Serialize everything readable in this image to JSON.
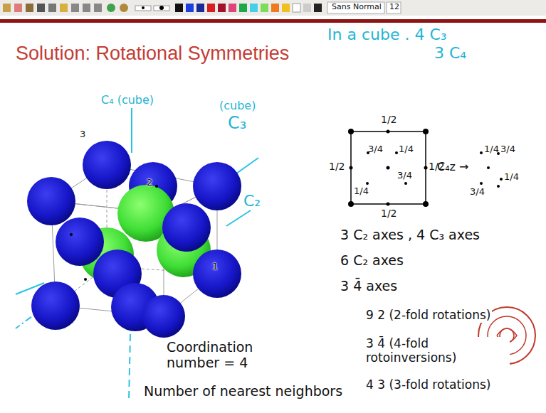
{
  "diagram": {
    "title": "Solution: Rotational Symmetries",
    "labels": [
      "Sans Normal",
      "12",
      "In a cube . 4 C₃",
      "3 C₄",
      "C₄ (cube)",
      "(cube)",
      "C₃",
      "C₂",
      "3",
      "2",
      "1",
      "1/2",
      "1/2",
      "3/4",
      "1/4",
      "1/2",
      "1/4",
      "3/4",
      "1/2",
      "C₄z →",
      "1/4",
      "3/4",
      "1/4",
      "3/4",
      "3 C₂ axes , 4 C₃ axes",
      "6 C₂ axes",
      "3 4̄ axes",
      "9 2 (2-fold rotations)",
      "3 4̄ (4-fold rotoinversions)",
      "4 3 (3-fold rotations)",
      "Coordination number = 4",
      "Number of nearest neighbors"
    ]
  }
}
